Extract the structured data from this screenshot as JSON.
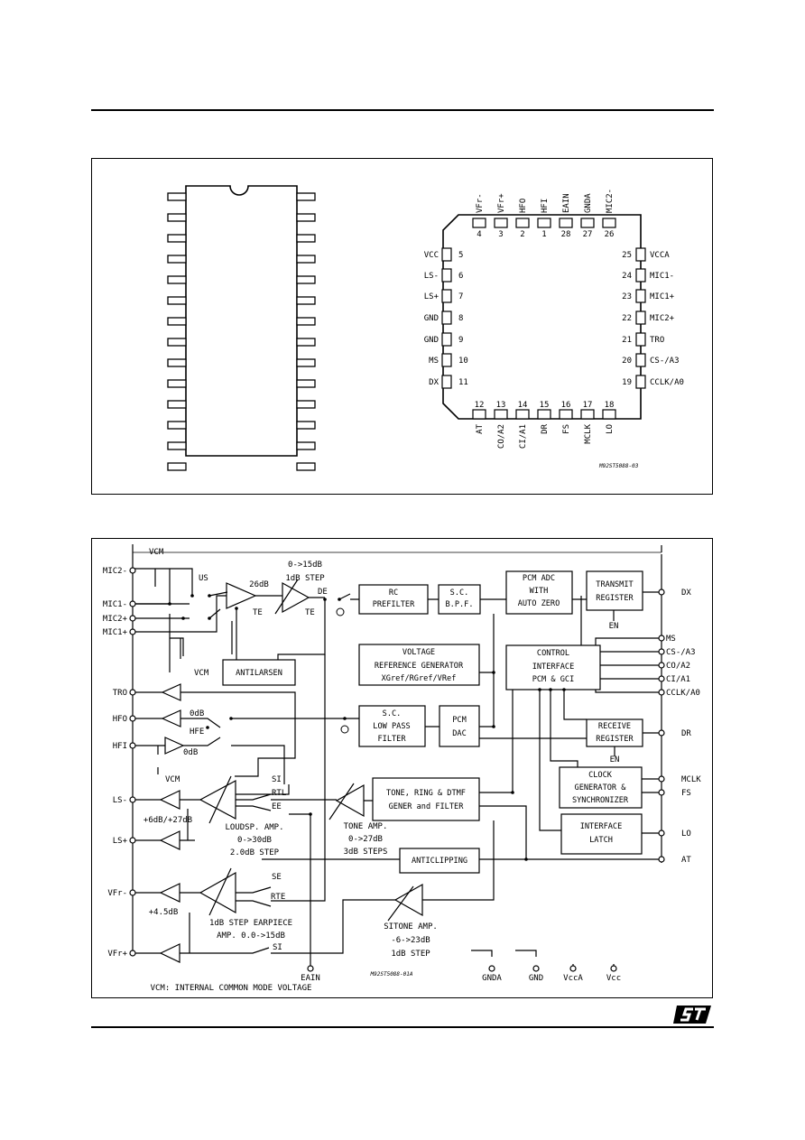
{
  "pinout": {
    "plcc_top_pins": [
      {
        "name": "VFr-",
        "num": "4"
      },
      {
        "name": "VFr+",
        "num": "3"
      },
      {
        "name": "HFO",
        "num": "2"
      },
      {
        "name": "HFI",
        "num": "1"
      },
      {
        "name": "EAIN",
        "num": "28"
      },
      {
        "name": "GNDA",
        "num": "27"
      },
      {
        "name": "MIC2-",
        "num": "26"
      }
    ],
    "plcc_left_pins": [
      {
        "name": "VCC",
        "num": "5"
      },
      {
        "name": "LS-",
        "num": "6"
      },
      {
        "name": "LS+",
        "num": "7"
      },
      {
        "name": "GND",
        "num": "8"
      },
      {
        "name": "GND",
        "num": "9"
      },
      {
        "name": "MS",
        "num": "10"
      },
      {
        "name": "DX",
        "num": "11"
      }
    ],
    "plcc_right_pins": [
      {
        "name": "VCCA",
        "num": "25"
      },
      {
        "name": "MIC1-",
        "num": "24"
      },
      {
        "name": "MIC1+",
        "num": "23"
      },
      {
        "name": "MIC2+",
        "num": "22"
      },
      {
        "name": "TRO",
        "num": "21"
      },
      {
        "name": "CS-/A3",
        "num": "20"
      },
      {
        "name": "CCLK/A0",
        "num": "19"
      }
    ],
    "plcc_bottom_pins": [
      {
        "name": "AT",
        "num": "12"
      },
      {
        "name": "CO/A2",
        "num": "13"
      },
      {
        "name": "CI/A1",
        "num": "14"
      },
      {
        "name": "DR",
        "num": "15"
      },
      {
        "name": "FS",
        "num": "16"
      },
      {
        "name": "MCLK",
        "num": "17"
      },
      {
        "name": "LO",
        "num": "18"
      }
    ],
    "ref": "M92ST5088-03"
  },
  "block": {
    "left_pins": [
      "MIC2-",
      "MIC1-",
      "MIC2+",
      "MIC1+",
      "TRO",
      "HFO",
      "HFI",
      "LS-",
      "LS+",
      "VFr-",
      "VFr+"
    ],
    "right_pins": [
      "DX",
      "MS",
      "CS-/A3",
      "CO/A2",
      "CI/A1",
      "CCLK/A0",
      "DR",
      "MCLK",
      "FS",
      "LO",
      "AT"
    ],
    "bottom_pins": [
      "EAIN",
      "GNDA",
      "GND",
      "VccA",
      "Vcc"
    ],
    "blocks": {
      "rc1": "RC",
      "rc2": "PREFILTER",
      "sc1": "S.C.",
      "sc2": "B.P.F.",
      "adc1": "PCM ADC",
      "adc2": "WITH",
      "adc3": "AUTO ZERO",
      "tx1": "TRANSMIT",
      "tx2": "REGISTER",
      "vref1": "VOLTAGE",
      "vref2": "REFERENCE GENERATOR",
      "vref3": "XGref/RGref/VRef",
      "ctl1": "CONTROL",
      "ctl2": "INTERFACE",
      "ctl3": "PCM & GCI",
      "anti": "ANTILARSEN",
      "lpf1": "S.C.",
      "lpf2": "LOW PASS",
      "lpf3": "FILTER",
      "dac1": "PCM",
      "dac2": "DAC",
      "rx1": "RECEIVE",
      "rx2": "REGISTER",
      "clk1": "CLOCK",
      "clk2": "GENERATOR &",
      "clk3": "SYNCHRONIZER",
      "tone1": "TONE, RING & DTMF",
      "tone2": "GENER and FILTER",
      "latch1": "INTERFACE",
      "latch2": "LATCH",
      "clip": "ANTICLIPPING"
    },
    "labels": {
      "vcm": "VCM",
      "us": "US",
      "db26": "26dB",
      "te": "TE",
      "gain1": "0->15dB",
      "gain2": "1dB STEP",
      "de": "DE",
      "en": "EN",
      "odb": "0dB",
      "hfe": "HFE",
      "db6p27": "+6dB/+27dB",
      "ls1": "LOUDSP. AMP.",
      "ls2": "0->30dB",
      "ls3": "2.0dB STEP",
      "si": "SI",
      "rtl": "RTL",
      "ee": "EE",
      "se": "SE",
      "rte": "RTE",
      "tamp1": "TONE AMP.",
      "tamp2": "0->27dB",
      "tamp3": "3dB STEPS",
      "db45": "+4.5dB",
      "ea1": "1dB STEP EARPIECE",
      "ea2": "AMP. 0.0->15dB",
      "sit1": "SITONE AMP.",
      "sit2": "-6->23dB",
      "sit3": "1dB STEP",
      "note": "VCM: INTERNAL COMMON MODE VOLTAGE",
      "ref": "M92ST5088-01A"
    }
  }
}
